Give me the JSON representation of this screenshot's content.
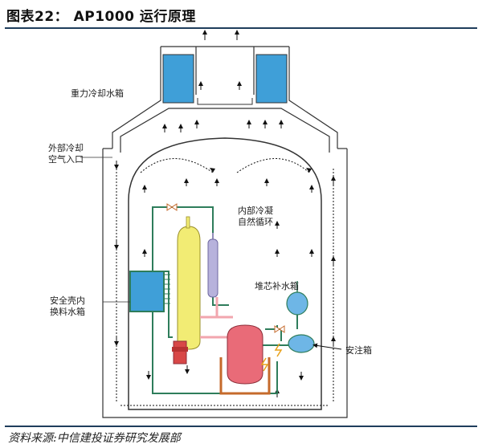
{
  "header": {
    "title": "图表22： AP1000 运行原理"
  },
  "footer": {
    "source": "资料来源:中信建投证券研究发展部"
  },
  "labels": {
    "gravity_tank": "重力冷却水箱",
    "outer_air_1": "外部冷却",
    "outer_air_2": "空气入口",
    "inner_circ_1": "内部冷凝",
    "inner_circ_2": "自然循环",
    "core_makeup": "堆芯补水箱",
    "irwst_1": "安全壳内",
    "irwst_2": "换料水箱",
    "accumulator": "安注箱"
  },
  "colors": {
    "rule": "#1f3d5c",
    "water": "#3f9fd8",
    "pressurizer": "#f2ec74",
    "steam_line": "#b7b2dc",
    "reactor": "#e96b78",
    "red_pump": "#d84747",
    "pipe_green": "#2e7d5b",
    "orange_pipe": "#c56a2b",
    "tank_blue": "#6eb6e6"
  }
}
